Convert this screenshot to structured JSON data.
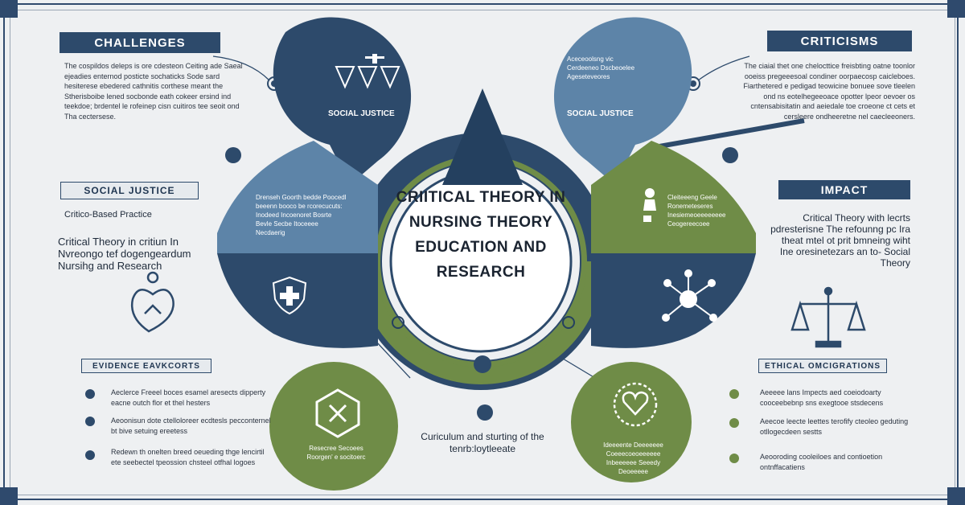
{
  "center": {
    "title": "CRIITICAL THEORY IN NURSING THEORY EDUCATION AND RESEARCH"
  },
  "labels": {
    "challenges": "CHALLENGES",
    "criticisms": "CRITICISMS",
    "social_justice": "SOCIAL JUSTICE",
    "impact": "IMPACT",
    "evidence": "EVIDENCE EAVKCORTS",
    "ethical": "ETHICAL OMCIGRATIONS"
  },
  "challenges": {
    "text": "The cospildos deleps is ore cdesteon Ceiting ade Saeal ejeadies enternod posticte sochaticks Sode sard hesiterese ebedered cathnitis corthese meant the Stherisboibe lened socbonde eath cokeer ersind ind teekdoe; brdentel le rofeinep cisn cuitiros tee seoit ond Tha cectersese."
  },
  "criticisms": {
    "text": "The ciaial thet one chelocttice freisbting oatne toonlor ooeiss pregeeesoal condiner oorpaecosp caicleboes. Fiarthetered e pedigad teowicine bonuee sove tleelen ond ns eotelhegeeoace opotter lpeor oevoer os cntensabisitatin and aeiedale toe croeone ct cets et cersleere ondheeretne nel caecleeoners."
  },
  "social_justice_left": {
    "subtitle": "Critico-Based Practice",
    "text": "Critical Theory in critiun In Nvreongo tef dogengeardum Nursihg and Research"
  },
  "impact": {
    "text": "Critical Theory with lecrts pdresterisne The refounng pc Ira theat mtel ot prit bmneing wiht Ine oresinetezars an to- Social Theory"
  },
  "bubbles": {
    "top_left_label": "SOCIAL JUSTICE",
    "top_right_label": "SOCIAL JUSTICE",
    "top_right_text": "Aceceoolsng vic Cerdeeneo Dscbeoelee Ageseteveores",
    "mid_left_text": "Drenseh Goorth bedde Poocedl beeenn booco be rcorecucuts: Inodeed Incoenoret Bosrte Bevle Secbe Itoceeee Necdaerig",
    "mid_right_text": "Cleiteeeng Geele Ronemeteseres Inesiemeoeeeeeeee Ceogereecoee",
    "bottom_left_text": "Resecree Secoees Roorgen' e socitoerc",
    "bottom_right_text": "Ideeeente Deeeeeee Coeeecoeoeeeeee Inbeeeeee Seeedy Deoeeeee",
    "bottom_center_text": "Curiculum and sturting of the tenrb:loytleeate"
  },
  "evidence_items": [
    "Aeclerce Freeel boces esamel aresects dipperty eacne outch flor et thel hesters",
    "Aeoonisun dote ctelloloreer ecdtesls pecconternel bt bive setuing ereetess",
    "Redewn th onelten breed oeueding thge lencirtil ete seebectel tpeossion chsteel otfhal logoes"
  ],
  "ethical_items": [
    "Aeeeee lans Impects aed coeiodoarty cooceebebnp sns exegtooe stsdecens",
    "Aeecoe leecte leettes terofify cteoleo geduting otllogecdeen sestts",
    "Aeooroding cooleiloes and contioetion ontnffacatiens"
  ],
  "colors": {
    "navy": "#2d4a6b",
    "blue": "#5d84a8",
    "green": "#6f8c47",
    "dark_navy": "#24405f"
  },
  "icons": [
    "scales-icon",
    "shield-cross-icon",
    "hexagon-x-icon",
    "heart-seal-icon",
    "network-icon",
    "figure-icon",
    "heart-hands-icon"
  ]
}
